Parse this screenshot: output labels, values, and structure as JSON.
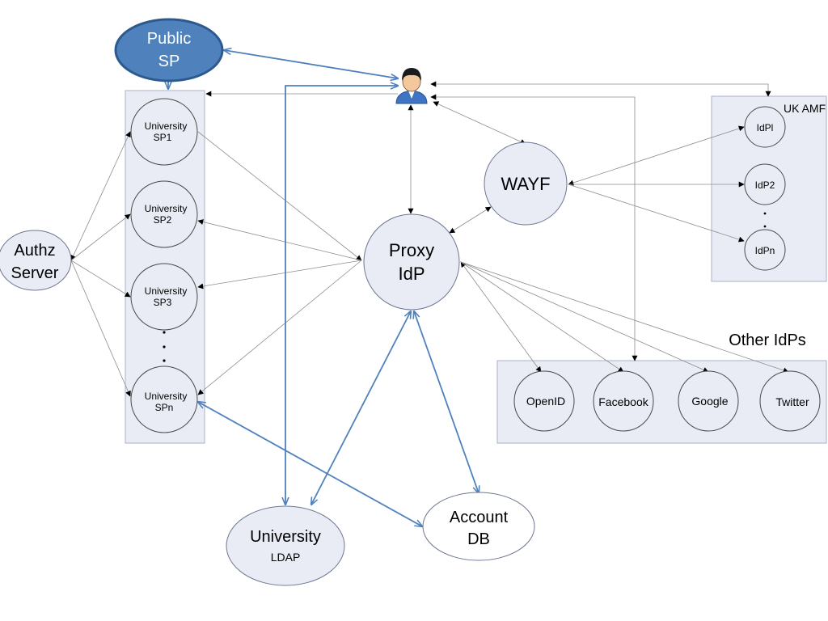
{
  "diagram": {
    "public_sp": {
      "line1": "Public",
      "line2": "SP"
    },
    "university_sps": [
      {
        "line1": "University",
        "line2": "SP1"
      },
      {
        "line1": "University",
        "line2": "SP2"
      },
      {
        "line1": "University",
        "line2": "SP3"
      },
      {
        "line1": "University",
        "line2": "SPn"
      }
    ],
    "authz_server": {
      "line1": "Authz",
      "line2": "Server"
    },
    "proxy_idp": {
      "line1": "Proxy",
      "line2": "IdP"
    },
    "wayf": {
      "label": "WAYF"
    },
    "uk_amf": {
      "title": "UK AMF",
      "idps": [
        "IdPl",
        "IdP2",
        "IdPn"
      ]
    },
    "other_idps": {
      "title": "Other IdPs",
      "items": [
        "OpenID",
        "Facebook",
        "Google",
        "Twitter"
      ]
    },
    "university_ldap": {
      "line1": "University",
      "line2": "LDAP"
    },
    "account_db": {
      "line1": "Account",
      "line2": "DB"
    },
    "user_icon": "user-icon",
    "colors": {
      "panel_fill": "#e9ecf5",
      "public_sp_fill": "#4f81bd",
      "blue_connector": "#4f81bd",
      "grey_connector": "#8c8c8c"
    }
  }
}
